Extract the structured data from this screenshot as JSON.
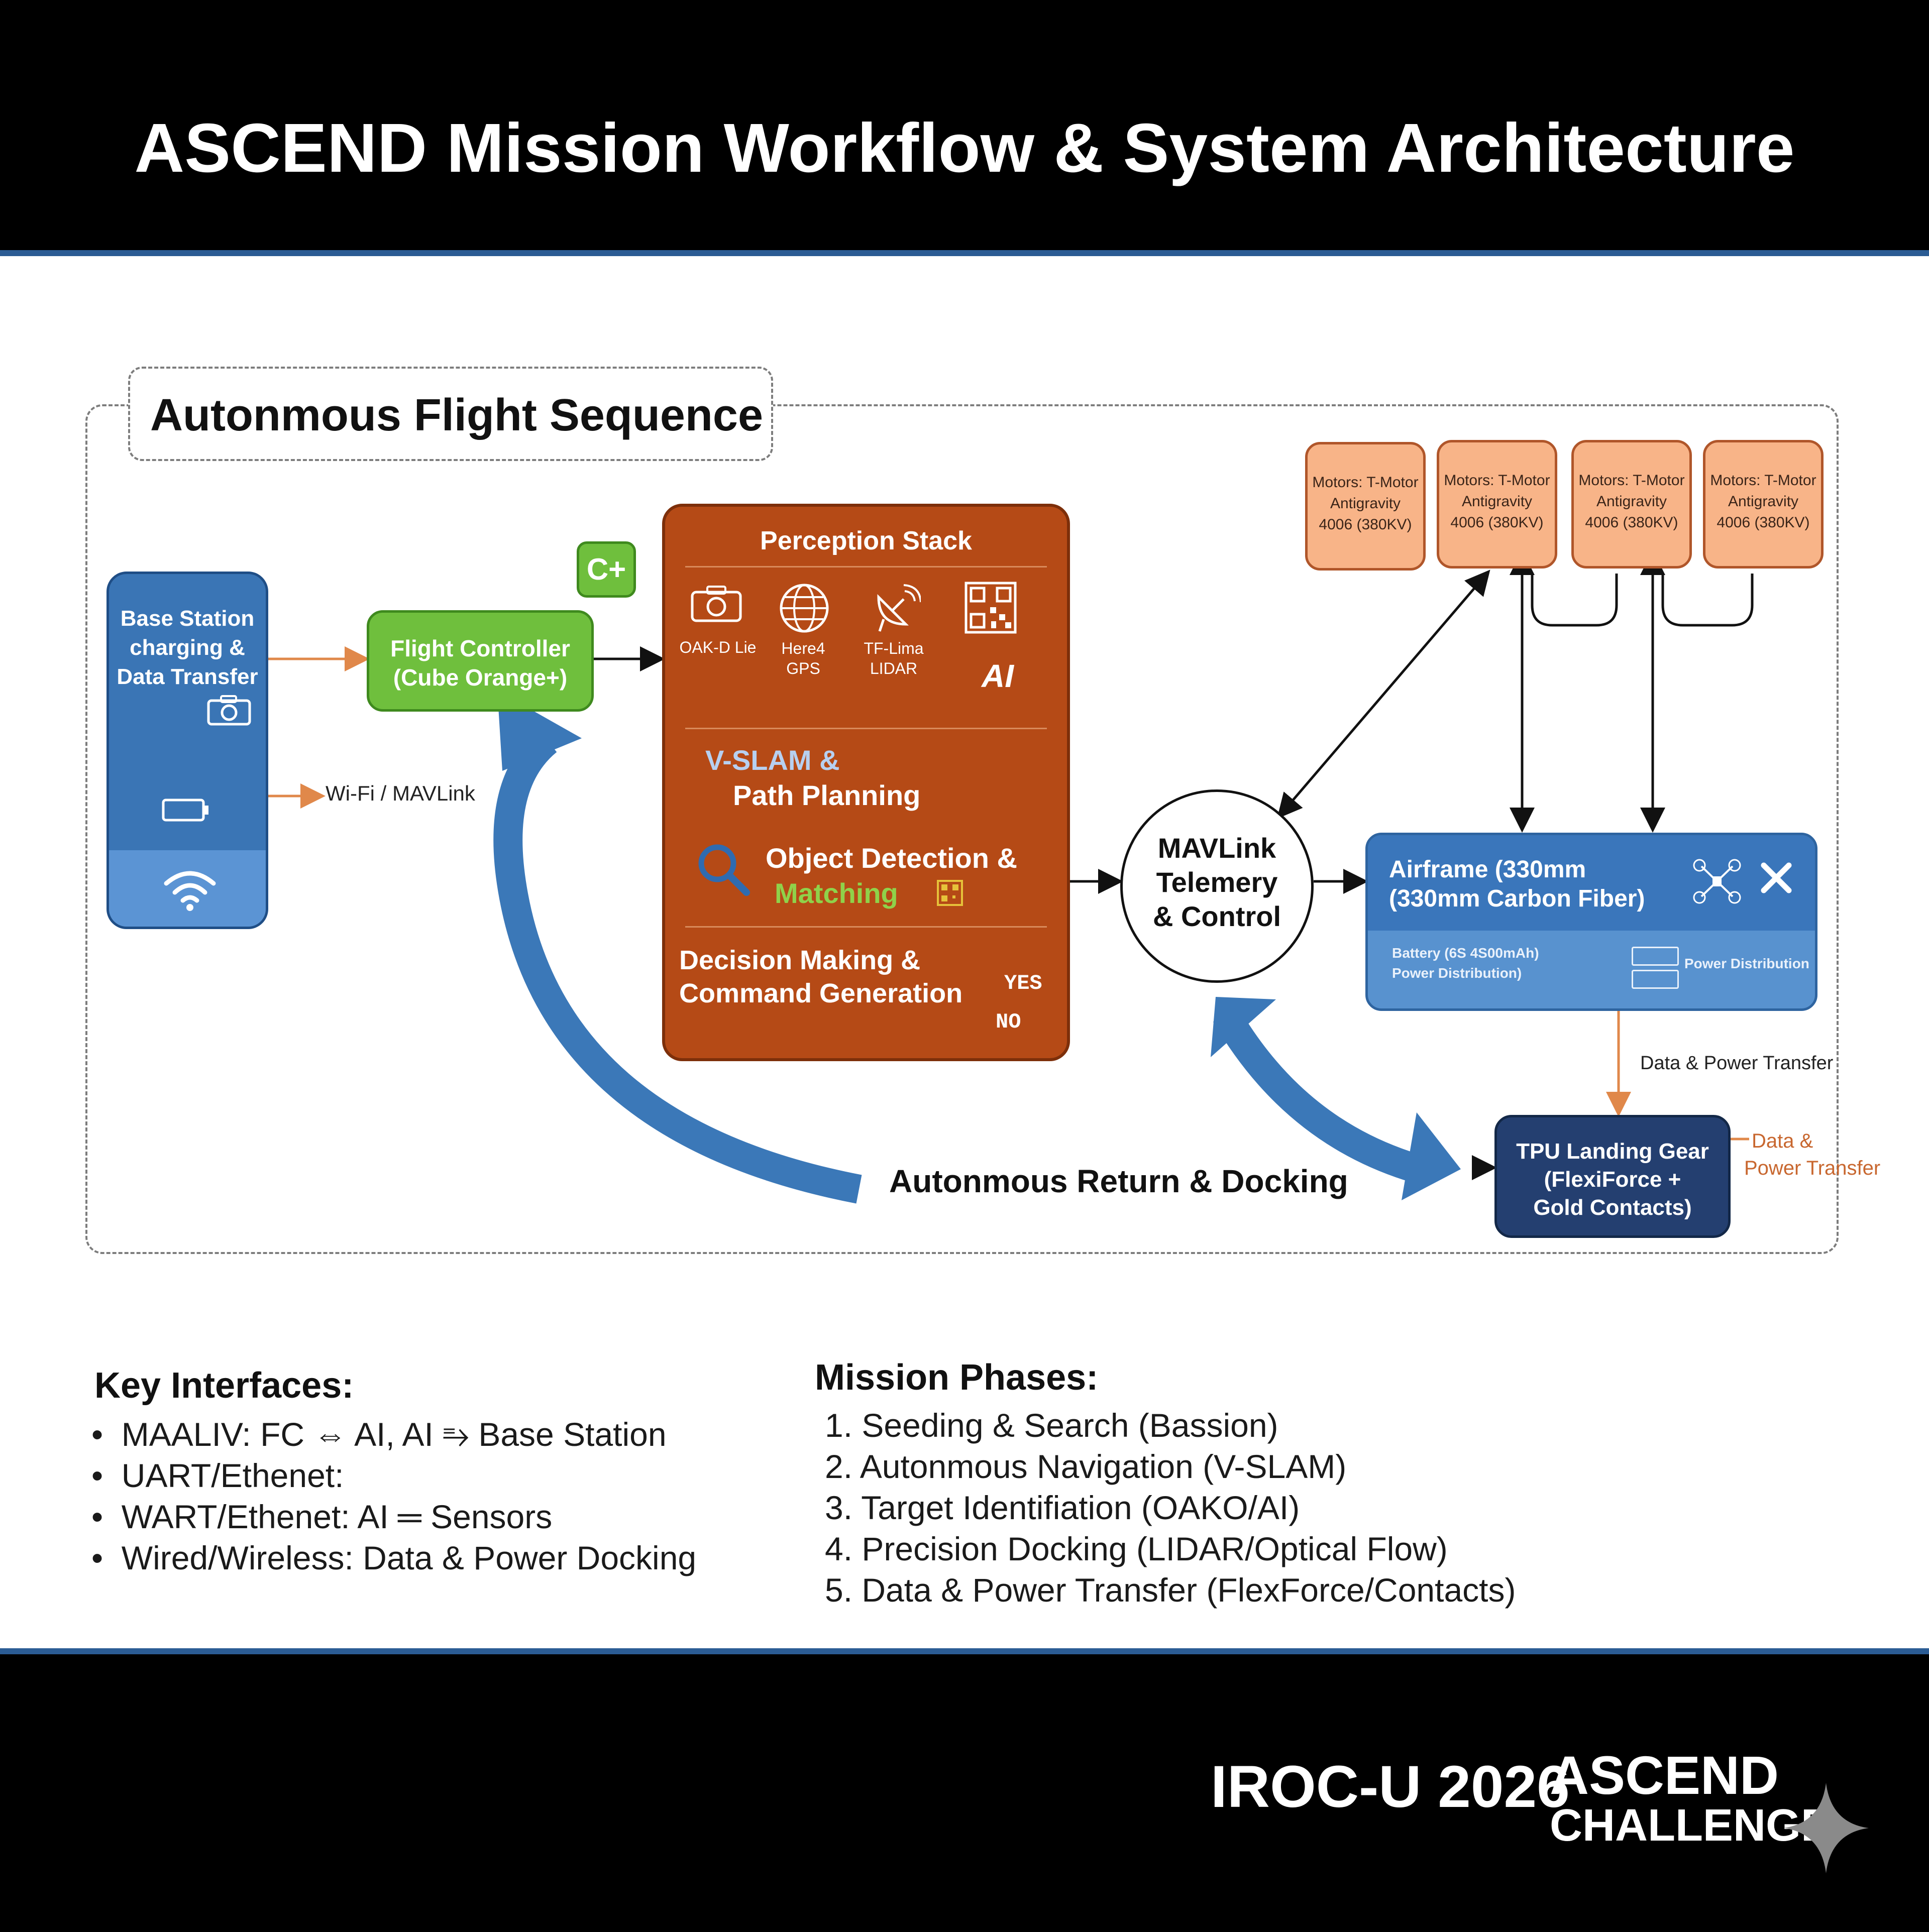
{
  "title": "ASCEND Mission Workflow & System Architecture",
  "footer": {
    "event": "IROC-U 2026",
    "brand_line1": "ASCEND",
    "brand_line2": "CHALLENGE"
  },
  "section_title": "Autonmous Flight Sequence",
  "base_station": {
    "line1": "Base Station",
    "line2": "charging &",
    "line3": "Data Transfer"
  },
  "flight_controller": {
    "line1": "Flight Controller",
    "line2": "(Cube Orange+)",
    "badge": "C+"
  },
  "wifi_label": "Wi-Fi / MAVLink",
  "perception": {
    "title": "Perception Stack",
    "sensors": [
      {
        "line1": "OAK-D Lie",
        "line2": ""
      },
      {
        "line1": "Here4",
        "line2": "GPS"
      },
      {
        "line1": "TF-Lima",
        "line2": "LIDAR"
      }
    ],
    "ai_label": "AI",
    "vslam": {
      "line1": "V-SLAM &",
      "line2": "Path Planning"
    },
    "object": {
      "line1": "Object Detection &",
      "line2": "Matching"
    },
    "decision": {
      "line1": "Decision Making &",
      "line2": "Command Generation",
      "yes": "YES",
      "no": "NO"
    }
  },
  "motors": [
    {
      "line1": "Motors: T-Motor",
      "line2": "Antigravity",
      "line3": "4006 (380KV)"
    },
    {
      "line1": "Motors: T-Motor",
      "line2": "Antigravity",
      "line3": "4006 (380KV)"
    },
    {
      "line1": "Motors: T-Motor",
      "line2": "Antigravity",
      "line3": "4006 (380KV)"
    },
    {
      "line1": "Motors: T-Motor",
      "line2": "Antigravity",
      "line3": "4006 (380KV)"
    }
  ],
  "mavlink": {
    "line1": "MAVLink",
    "line2": "Telemery",
    "line3": "& Control"
  },
  "airframe": {
    "line1": "Airframe (330mm",
    "line2": "(330mm Carbon Fiber)",
    "battery_line1": "Battery (6S 4S00mAh)",
    "battery_line2": "Power Distribution)",
    "power_dist": "Power Distribution"
  },
  "data_power_label": "Data & Power Transfer",
  "tpu": {
    "line1": "TPU Landing Gear",
    "line2": "(FlexiForce +",
    "line3": "Gold Contacts)"
  },
  "tpu_side_label": {
    "line1": "Data &",
    "line2": "Power Transfer"
  },
  "return_label": "Autonmous Return & Docking",
  "key_interfaces": {
    "heading": "Key Interfaces:",
    "items": [
      "MAALIV: FC ⇔ AI, AI ⥱ Base Station",
      "UART/Ethenet:",
      "WART/Ethenet: AI ═ Sensors",
      "Wired/Wireless: Data & Power Docking"
    ]
  },
  "mission_phases": {
    "heading": "Mission Phases:",
    "items": [
      "1. Seeding & Search (Bassion)",
      "2. Autonmous Navigation (V-SLAM)",
      "3. Target Identifiation (OAKO/AI)",
      "4. Precision Docking (LIDAR/Optical Flow)",
      "5. Data & Power Transfer (FlexForce/Contacts)"
    ]
  },
  "colors": {
    "base_blue": "#3a75b5",
    "fc_green": "#6fbf3d",
    "perception_orange": "#b54a16",
    "motor_peach": "#f8b488",
    "airframe_blue": "#5892cf",
    "tpu_navy": "#243f70",
    "orange_arrow": "#e0884a",
    "return_arrow": "#3b78b8"
  },
  "icons": [
    "camera-icon",
    "battery-icon",
    "wifi-icon",
    "globe-icon",
    "satellite-dish-icon",
    "qr-code-icon",
    "search-icon",
    "drone-icon",
    "close-icon",
    "sparkle-icon"
  ]
}
